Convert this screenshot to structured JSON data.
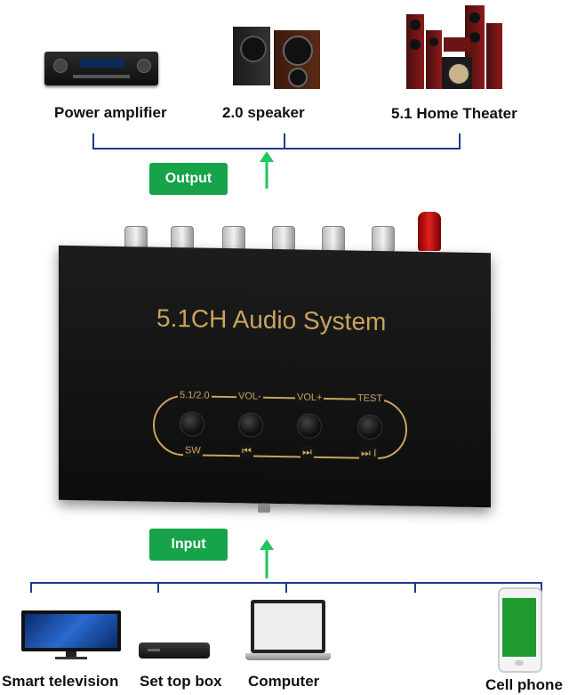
{
  "outputs": [
    {
      "label": "Power amplifier"
    },
    {
      "label": "2.0 speaker"
    },
    {
      "label": "5.1 Home Theater"
    }
  ],
  "output_tag": "Output",
  "input_tag": "Input",
  "device": {
    "title": "5.1CH  Audio  System",
    "buttons_top": [
      "5.1/2.0",
      "VOL-",
      "VOL+",
      "TEST"
    ],
    "buttons_bottom": [
      "SW",
      "⏮",
      "⏭",
      "⏭ I"
    ]
  },
  "inputs": [
    {
      "label": "Smart television"
    },
    {
      "label": "Set top box"
    },
    {
      "label": "Computer"
    },
    {
      "label": "Cell phone"
    }
  ],
  "colors": {
    "tag_green": "#16a34a",
    "line_blue": "#1e3a8a",
    "panel_gold": "#c9a45c",
    "arrow_green": "#22c55e"
  }
}
